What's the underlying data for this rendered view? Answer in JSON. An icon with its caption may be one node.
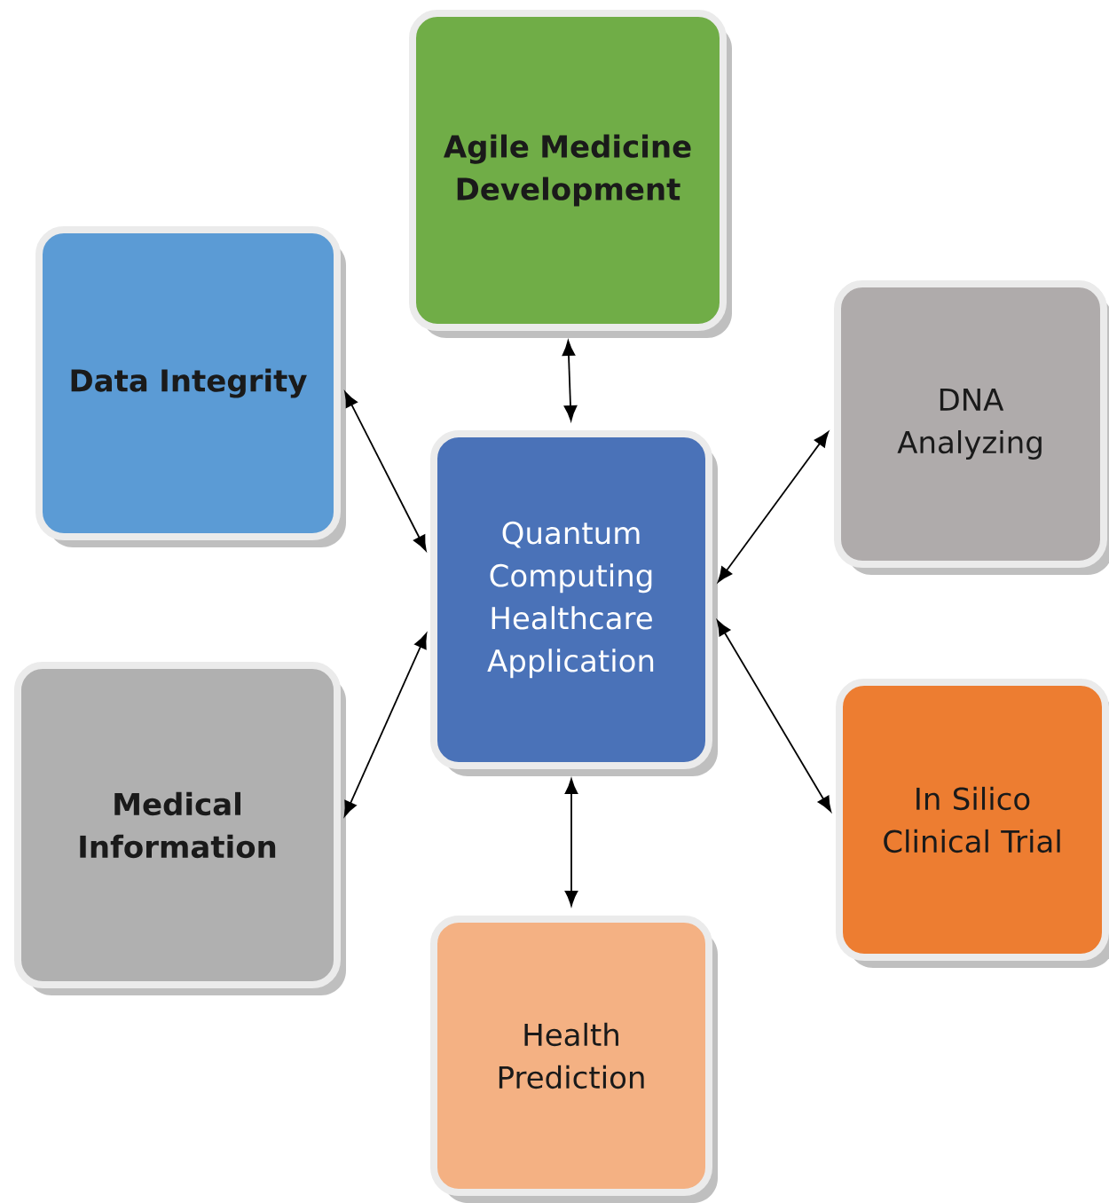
{
  "diagram": {
    "nodes": [
      {
        "text": [
          "Quantum Computing Healthcare Application"
        ]
      },
      {
        "text": [
          "Agile Medicine Development"
        ]
      },
      {
        "text": [
          "Data Integrity"
        ]
      },
      {
        "text": [
          "DNA Analyzing"
        ]
      },
      {
        "text": [
          "Medical Information"
        ]
      },
      {
        "text": [
          "In Silico Clinical Trial"
        ]
      },
      {
        "text": [
          "Health Prediction"
        ]
      }
    ],
    "edges": [
      {
        "from": 1,
        "to": 0,
        "arrow": "both"
      },
      {
        "from": 2,
        "to": 0,
        "arrow": "both"
      },
      {
        "from": 3,
        "to": 0,
        "arrow": "both"
      },
      {
        "from": 4,
        "to": 0,
        "arrow": "both"
      },
      {
        "from": 5,
        "to": 0,
        "arrow": "both"
      },
      {
        "from": 6,
        "to": 0,
        "arrow": "both"
      }
    ]
  }
}
